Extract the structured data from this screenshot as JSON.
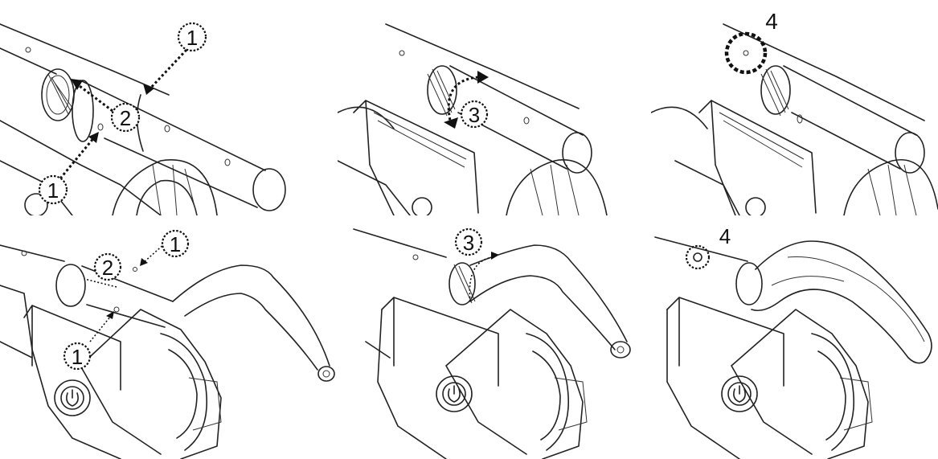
{
  "step_labels": {
    "p1_a": "1",
    "p1_b": "2",
    "p1_c": "1",
    "p2_a": "3",
    "p3_a": "4",
    "p4_a": "1",
    "p4_b": "2",
    "p4_c": "1",
    "p5_a": "3",
    "p6_a": "4"
  }
}
